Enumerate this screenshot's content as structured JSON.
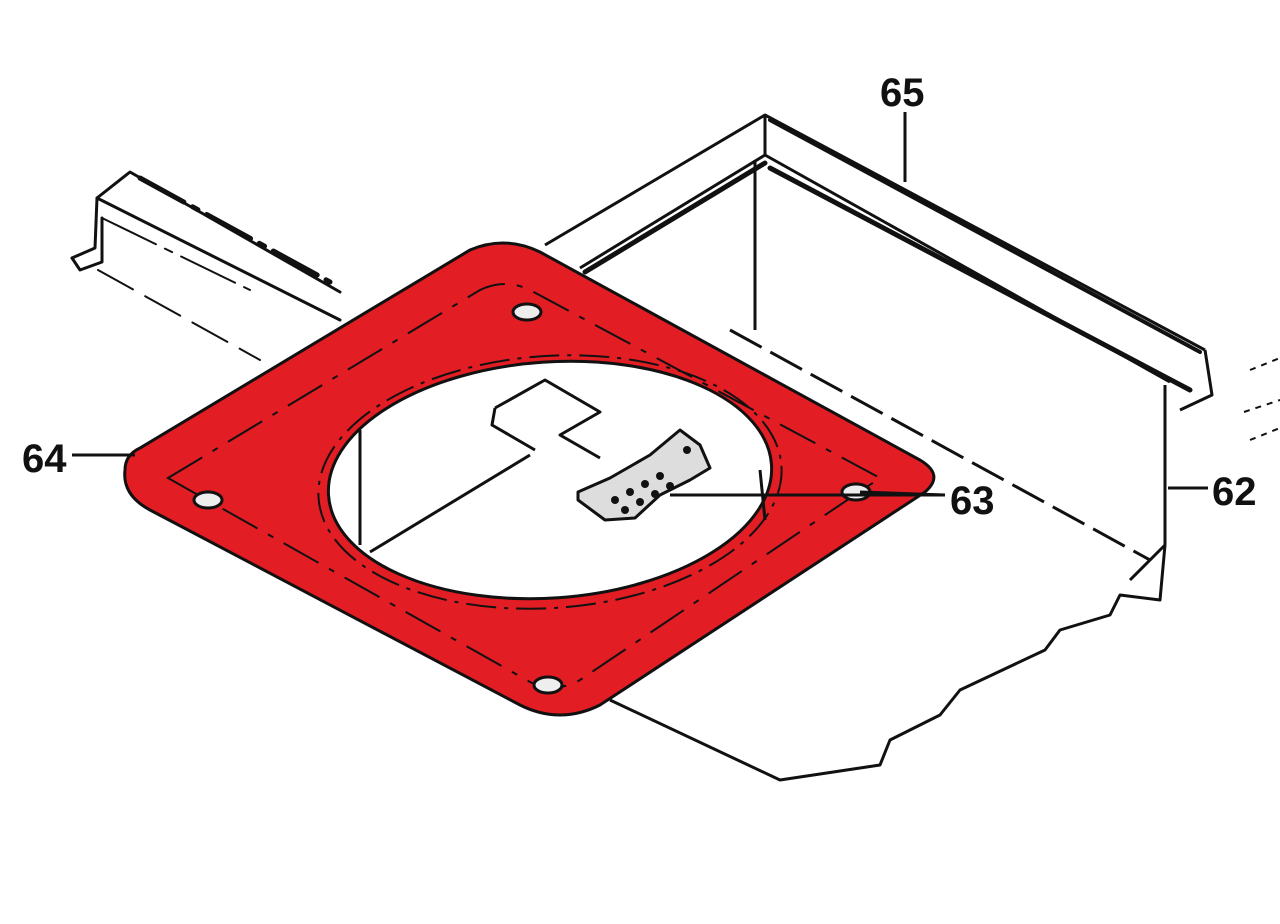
{
  "diagram": {
    "parts": [
      {
        "id": "part-62",
        "label": "62",
        "name": "housing-box"
      },
      {
        "id": "part-63",
        "label": "63",
        "name": "bracket-clip"
      },
      {
        "id": "part-64",
        "label": "64",
        "name": "mounting-flange-plate",
        "highlight": true
      },
      {
        "id": "part-65",
        "label": "65",
        "name": "housing-lid"
      }
    ]
  },
  "colors": {
    "highlight": "#e21d24",
    "line": "#111111",
    "background": "#ffffff"
  }
}
